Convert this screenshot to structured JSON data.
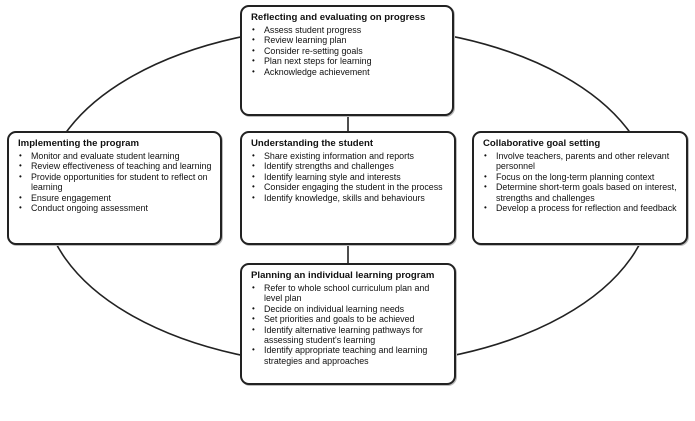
{
  "boxes": {
    "top": {
      "title": "Reflecting and evaluating on progress",
      "items": [
        "Assess student progress",
        "Review learning plan",
        "Consider re-setting goals",
        "Plan next steps for learning",
        "Acknowledge achievement"
      ]
    },
    "left": {
      "title": "Implementing the program",
      "items": [
        "Monitor and evaluate student learning",
        "Review effectiveness of teaching and learning",
        "Provide opportunities for student to reflect on learning",
        "Ensure engagement",
        "Conduct ongoing assessment"
      ]
    },
    "center": {
      "title": "Understanding the student",
      "items": [
        "Share existing information and reports",
        "Identify strengths and challenges",
        "Identify learning style and interests",
        "Consider engaging the student in the process",
        "Identify knowledge, skills and behaviours"
      ]
    },
    "right": {
      "title": "Collaborative goal setting",
      "items": [
        "Involve teachers, parents and other relevant personnel",
        "Focus on the long-term planning context",
        "Determine short-term goals based on interest, strengths and challenges",
        "Develop a process for reflection and feedback"
      ]
    },
    "bottom": {
      "title": "Planning an individual learning program",
      "items": [
        "Refer to whole school curriculum plan and level plan",
        "Decide on individual learning needs",
        "Set priorities and goals to be achieved",
        "Identify alternative learning pathways for assessing student's learning",
        "Identify appropriate teaching and learning strategies and approaches"
      ]
    }
  },
  "colors": {
    "line": "#222222",
    "box_border": "#222222"
  }
}
